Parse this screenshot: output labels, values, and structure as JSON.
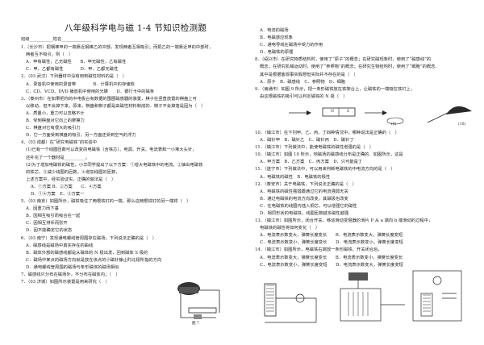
{
  "title": "八年级科学电与磁 1-4 节知识检测题",
  "class_line": "班级___________姓名______________",
  "left": [
    "1.（长沙市）把钢棒甲的一端靠近钢棒乙的中部，发现两者互相吸引；而把乙的一端靠近甲的中部时，",
    "两者互不吸引，则（　）",
    "A．甲有磁性，乙无磁性　　B．甲无磁性，乙有磁性",
    "C．甲、乙都有磁性　　　　D．甲、乙都无磁性",
    "2．（03 武汉）下列器材中没有用到磁性材料的是（　）",
    "A．录音机中使用的录音带　　　　B．计算机中的存储软",
    "C．CD、VCD、DVD 播放机中使用的光碟　　D．银行卡中的磁条",
    "3．（泰州市）在如果把你的中电板台有数据的围圈磁感器的装置，棋子在竖直放置的棋盘上可",
    "以移动，但不会掉下来，原来，棋盘和棋子都是由磁性材料制成的．棋子不会掉落是因为（　）",
    "A．质量小，重力可以忽略不计",
    "B．受到棋盘对它向上的摩擦力",
    "C．棋盘对它有很大的吸引力",
    "D．它一方面受到棋盘的吸引，另一方面还受到空气的浮力",
    "4．（03 成都）在“研究电磁铁”的实验中",
    "(1)已有一个线圈匝数可以改变的电磁铁（含铁芯）、电源、开关、电流表和一小堆大头针，",
    "还补充了一个器材是__________。",
    "(2)为了增加电磁铁的磁性，小华同学提出了以下方案：①增大电磁铁中的电流，②抽出电磁铁",
    "的铁芯，③减少线圈的匝数，④增加线圈的匝数，",
    "上述方案中，经实验证实，正确的做法是（　）",
    "A．①方案 B．②方案　　C．④方案",
    "D．①④方案　E．③方案一",
    "5．（03 南京）如图所示，磁铁吸住了两根铁钉的一端，那么这两根铁钉的另一端将（　）",
    "A．因重力而下垂",
    "B．因相互吸引而吸合在一起",
    "C．因相互排斥而张开",
    "D．因不能确定它的状态",
    "6．（03 南宁）发现通电螺线管周围存在磁场，下列说法正确的是（　）",
    "A．磁感线是磁场中真实存在的曲线",
    "B．磁体外部的磁感线都是从磁体的 N 极出发，回到磁体 S 极的",
    "C．磁场中某点的磁场方向就是放在该点的小磁针静止时北极所指的方向",
    "D．通电螺线管周围的磁场与条形磁体的磁场相似",
    "7．磁感线只分布在磁场外，不分布在磁体内；（　）",
    "7．（03 济城）如图所示装置是用来研究（　）"
  ],
  "right": [
    "A．电流的磁场",
    "B．电磁感应现象",
    "C．通电导线在磁场中受力的作用",
    "D．电磁铁的原理",
    "8．（绍兴市）在研究物质结构时，使用了“原子”的概念；在研究磁现象时，使用了“磁感线”的",
    "概念；在研究机械运动时，使用了“参照物”的概念；在研究生物结构时，使用了“细胞”的概念．",
    "其中是根据客观事实假想但实际并不存在的是（　）",
    "A．原子　B．磁感线　C．参照物　D．细胞",
    "9．（南通市）如图 9 所示，把一条形磁铁放在铁架台上，让磁铁的一端吸在铁钉上，",
    "由这根磁铁的吸引可以判定磁铁的 N 极（　）",
    "10．（镇江市）在下列甲、乙、丙、丁四种情况中，哪种说法是正确的（　）",
    "A．磁针甲　B．磁针乙　C．磁针丙　D．磁针丁",
    "11．（镇江市）下列做法中，能使电磁铁的磁性增强的是（　）",
    "10．（镇江市）如图 10 所示，地磁场的磁感线分布是正确的．如图所示，这是",
    "A．甲方案　B．乙方案　C．丙方案　D．只可能是丁",
    "11．（遂宁市）下列做法中，可以用来判断电磁铁的中电流方向的是（　）",
    "A．电磁铁的磁性　B．电磁铁的极性",
    "12．（泰安市）关于电磁铁，下列说法正确的是（　）",
    "A．电磁铁的磁性强弱跟通过它的电流强弱无关",
    "B．通过电磁铁的电流方向改变，其磁极也改变",
    "C．在电磁铁的线圈内插入铜芯，可以增强它的磁性",
    "D．相同形状的电磁铁，线圈匝数越多磁性越强",
    "13．（镇江市）如图所示，闭合开关，移动滑动变阻器的滑片 P 从 a 端向 b 端滑动的过程中，",
    "电磁铁的磁性将如何变化（　）",
    "A．电流表示数变大，弹簧长度变长　　B．电流表示数变大，弹簧长度变短",
    "C．电流表示数变小，弹簧长度变长　　D．电流表示数变小，弹簧长度变短",
    "14．（镇江市）如图所示，电磁铁右端放一条形磁铁，开关闭合后，",
    "A．电流表示数变大，弹簧长度变长　　B．电流表示数变小，弹簧长度变长",
    "C．电流表示数变小，弹簧长度变短　　D．电流表示数变大，弹簧长度变短"
  ],
  "figures": {
    "fig9_label": "(9)",
    "fig10_label": "(10)",
    "fig7_label": "图 7",
    "bar_left": "N",
    "bar_right": "S"
  }
}
